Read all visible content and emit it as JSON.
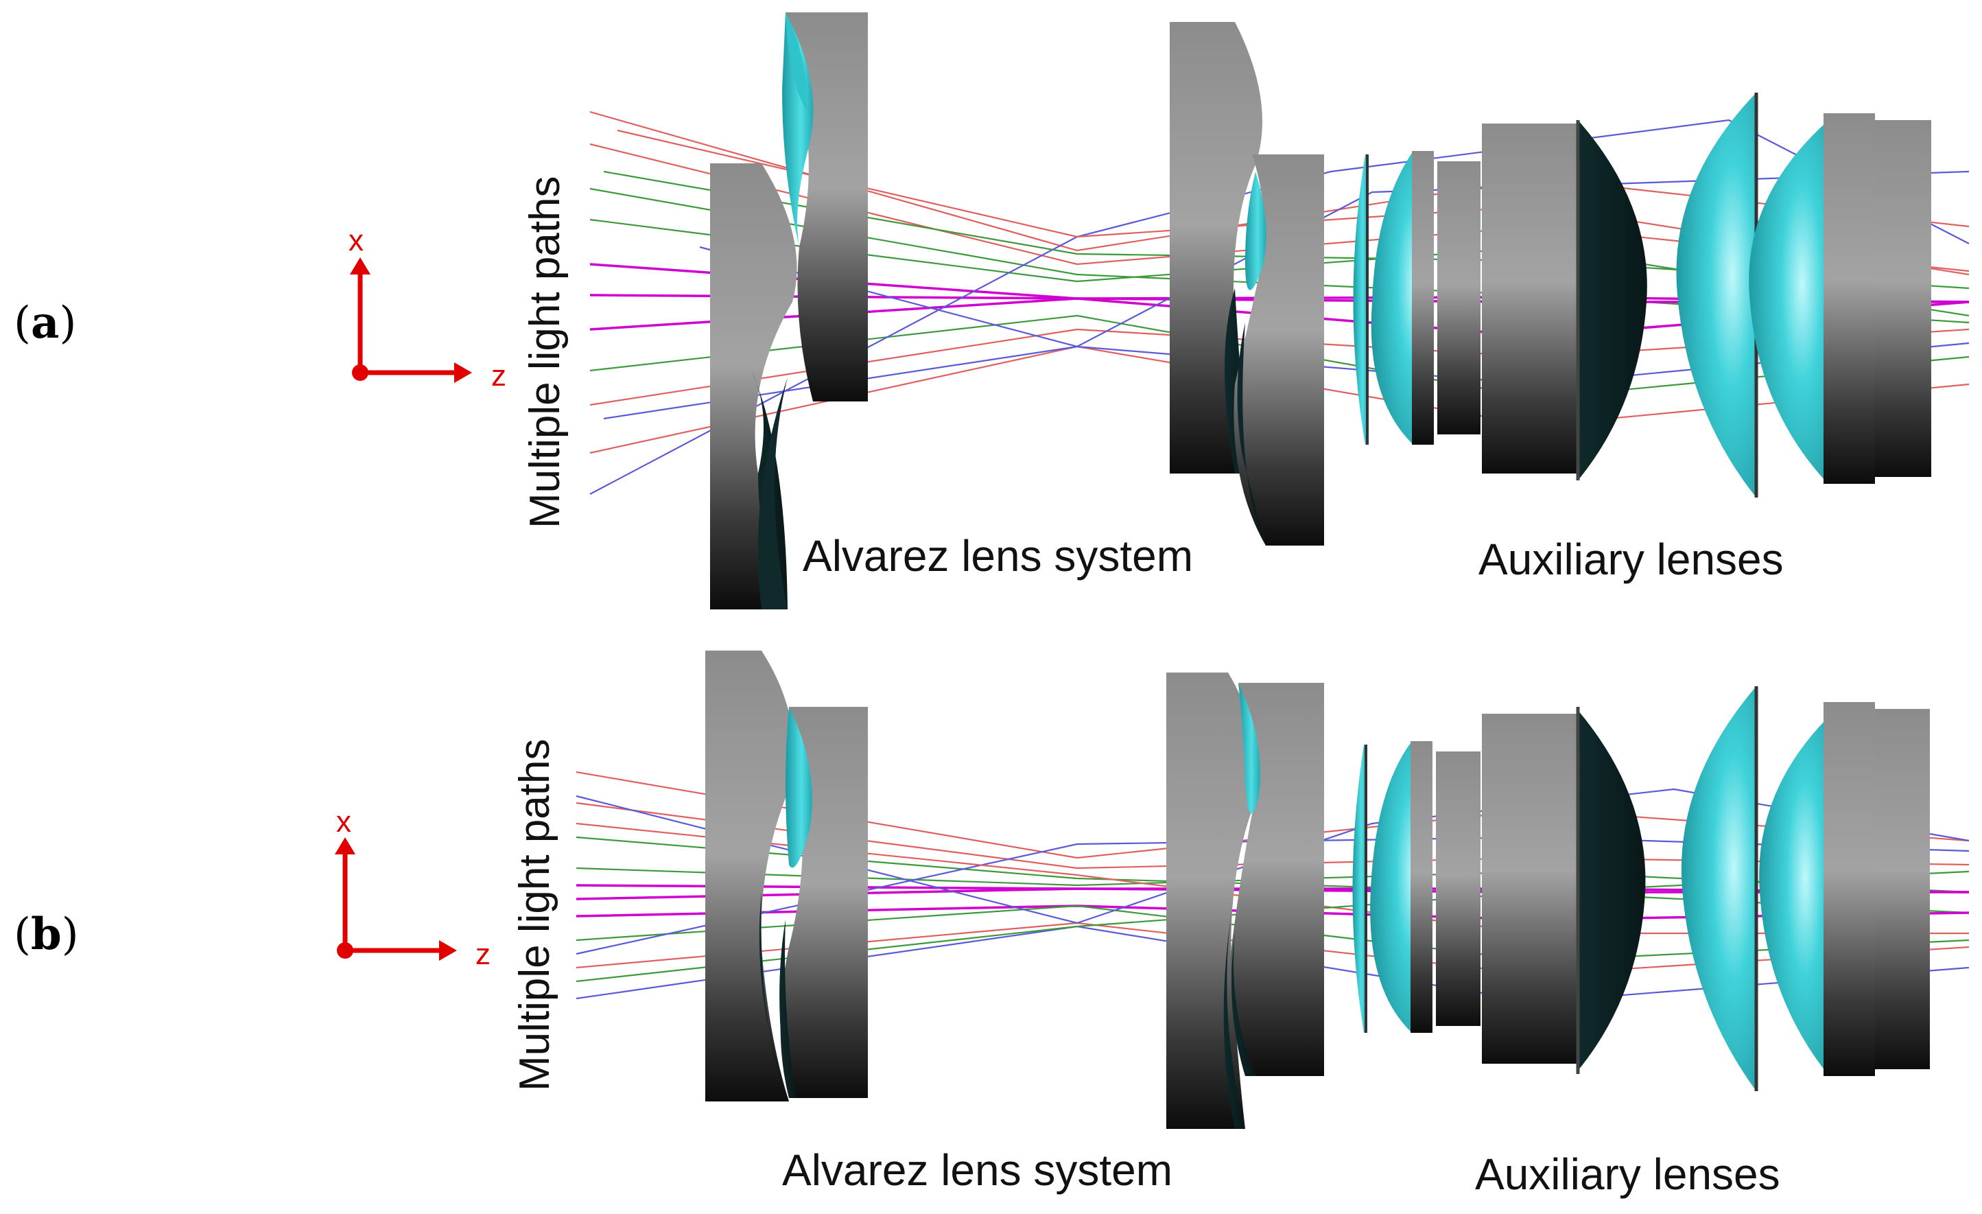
{
  "panels": [
    {
      "id": "a",
      "label": "a",
      "side_label": "Multiple light paths",
      "axis": {
        "x": "x",
        "z": "z"
      },
      "captions": {
        "alvarez": "Alvarez lens system",
        "auxiliary": "Auxiliary lenses"
      }
    },
    {
      "id": "b",
      "label": "b",
      "side_label": "Multiple light paths",
      "axis": {
        "x": "x",
        "z": "z"
      },
      "captions": {
        "alvarez": "Alvarez lens system",
        "auxiliary": "Auxiliary lenses"
      }
    }
  ],
  "colors": {
    "axis": "#e00000",
    "lens_glass": "#2fc4cc",
    "lens_body_light": "#9a9a9a",
    "lens_body_dark": "#111111",
    "ray_red": "#e06060",
    "ray_green": "#3c9a3c",
    "ray_blue": "#5a5ad8",
    "ray_magenta": "#d000d0"
  },
  "icons": {
    "axis_arrows": "axis-arrows-icon"
  }
}
